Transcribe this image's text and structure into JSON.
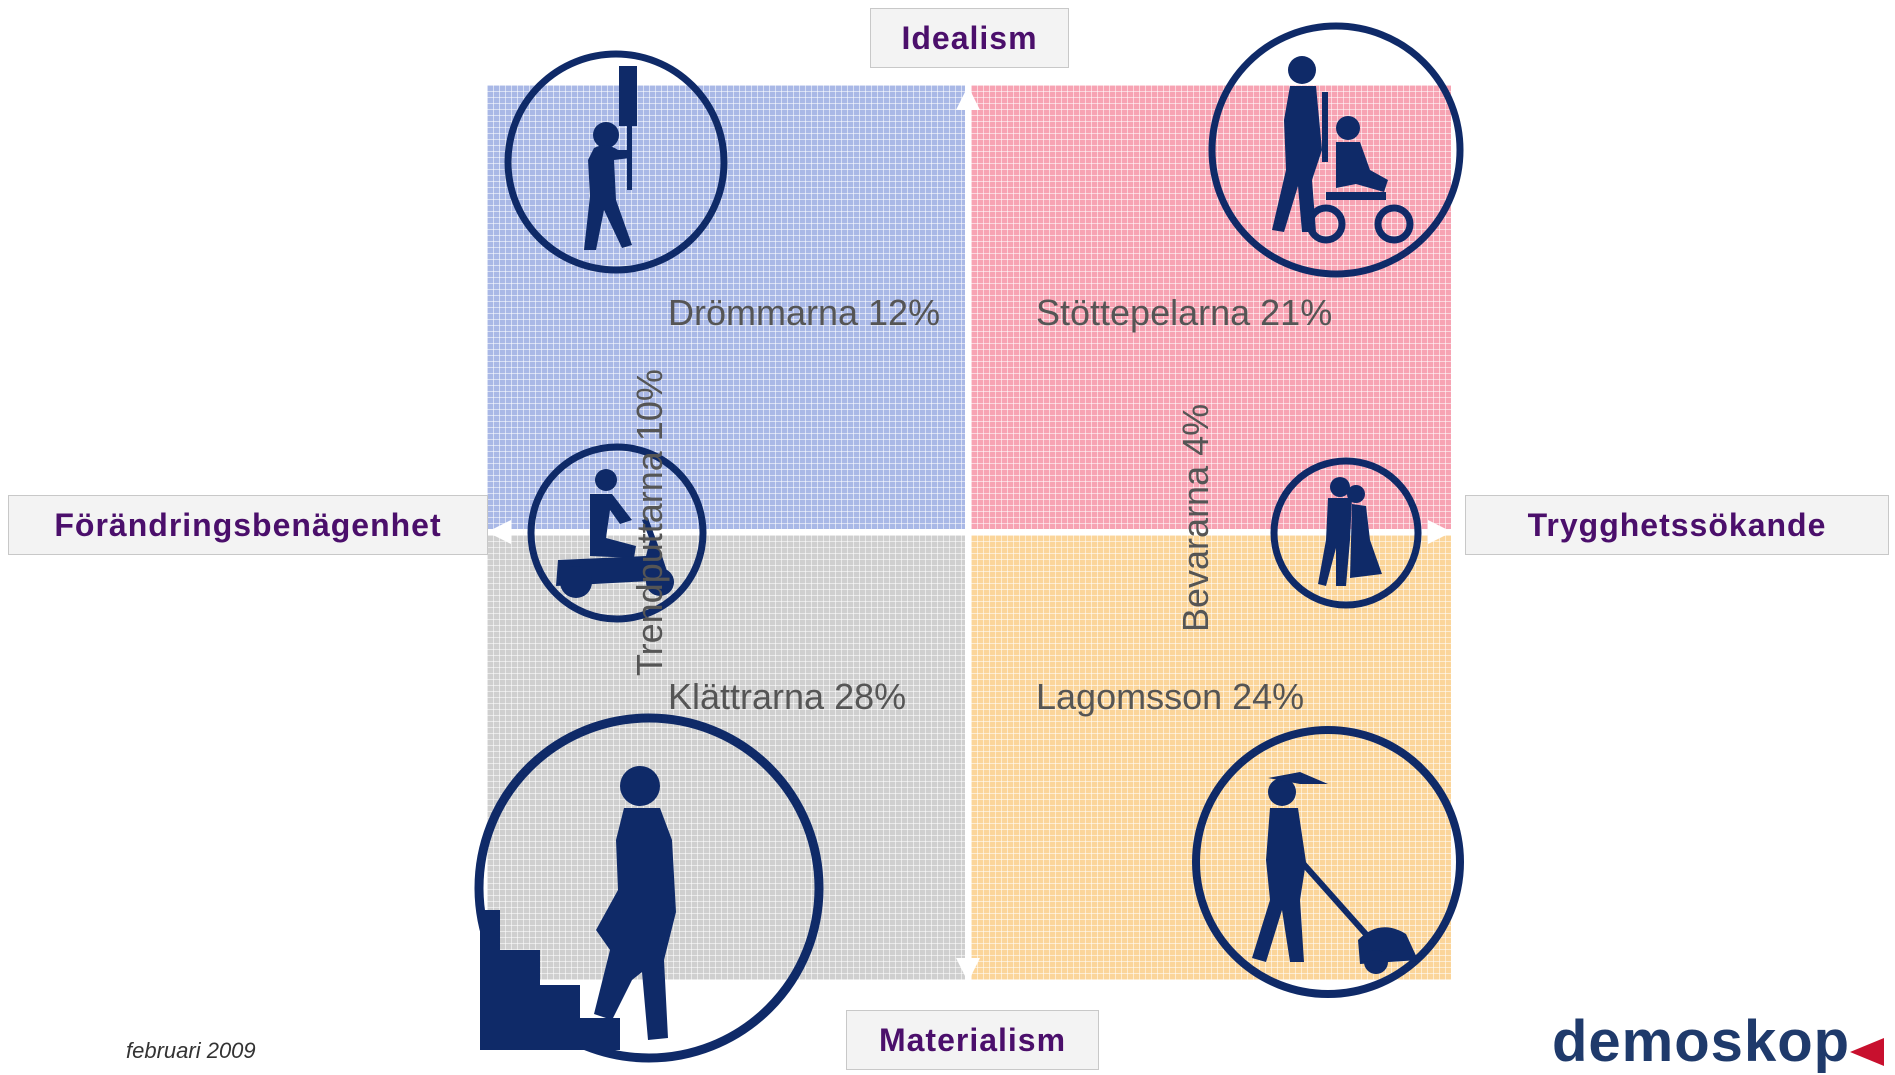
{
  "axes": {
    "top": "Idealism",
    "bottom": "Materialism",
    "left": "Förändringsbenägenhet",
    "right": "Trygghetssökande"
  },
  "segments": {
    "top_left": "Drömmarna 12%",
    "top_right": "Stöttepelarna 21%",
    "bottom_left": "Klättrarna 28%",
    "bottom_right": "Lagomsson 24%",
    "left_vertical": "Trendputtarna 10%",
    "right_vertical": "Bevararna 4%"
  },
  "colors": {
    "top_left": "#a9b8e6",
    "top_right": "#f7a3b3",
    "bottom_left": "#cfcfcf",
    "bottom_right": "#fbd59a",
    "icon": "#0f2a68",
    "axis_text": "#4b0f6b"
  },
  "icons": {
    "top_left": "protester-with-sign-icon",
    "top_right": "person-pushing-wheelchair-icon",
    "middle_left": "scooter-rider-icon",
    "middle_right": "dancing-couple-icon",
    "bottom_left": "person-climbing-stairs-icon",
    "bottom_right": "person-mowing-lawn-icon"
  },
  "footer": {
    "date": "februari 2009",
    "logo": "demoskop"
  }
}
